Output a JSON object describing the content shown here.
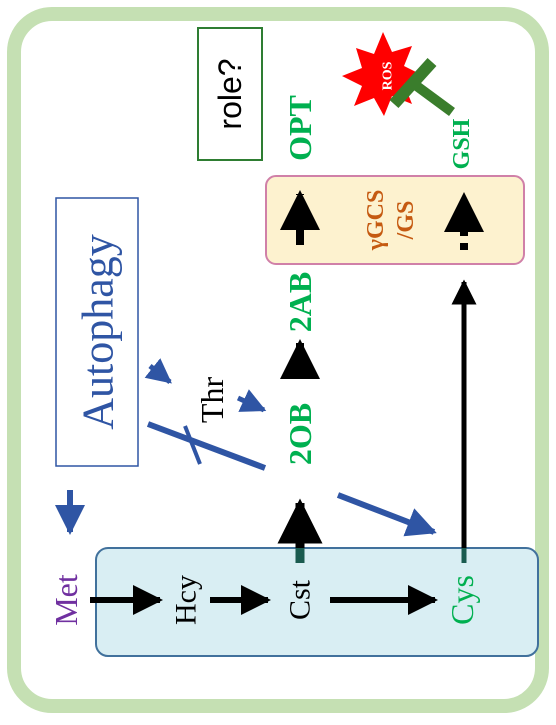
{
  "frame": {
    "border_color": "#c5e0b3",
    "background": "#ffffff"
  },
  "boxes": {
    "transsulfuration": {
      "fill": "#d9eef3",
      "stroke": "#41719c"
    },
    "glutathione_enzymes": {
      "fill": "#fdf2cf",
      "stroke": "#d080a8",
      "label_line1": "γGCS",
      "label_line2": "/GS"
    },
    "autophagy": {
      "label": "Autophagy",
      "stroke": "#2f55a4"
    },
    "role": {
      "label": "role?",
      "stroke": "#2e7d32"
    }
  },
  "metabolites": {
    "met": {
      "label": "Met",
      "color": "#7030a0"
    },
    "hcy": {
      "label": "Hcy",
      "color": "#000000"
    },
    "cst": {
      "label": "Cst",
      "color": "#000000"
    },
    "cys": {
      "label": "Cys",
      "color": "#00b050"
    },
    "thr": {
      "label": "Thr",
      "color": "#000000"
    },
    "ob": {
      "label": "2OB",
      "color": "#00b050"
    },
    "ab": {
      "label": "2AB",
      "color": "#00b050"
    },
    "opt": {
      "label": "OPT",
      "color": "#00b050"
    },
    "gsh": {
      "label": "GSH",
      "color": "#00b050"
    }
  },
  "ros": {
    "label": "ROS",
    "fill": "#ff0000",
    "text_color": "#ffffff"
  },
  "colors": {
    "black_arrow": "#000000",
    "blue_arrow": "#2f55a4",
    "inhibit": "#3a7d2c",
    "enzyme_text": "#c55a11"
  }
}
